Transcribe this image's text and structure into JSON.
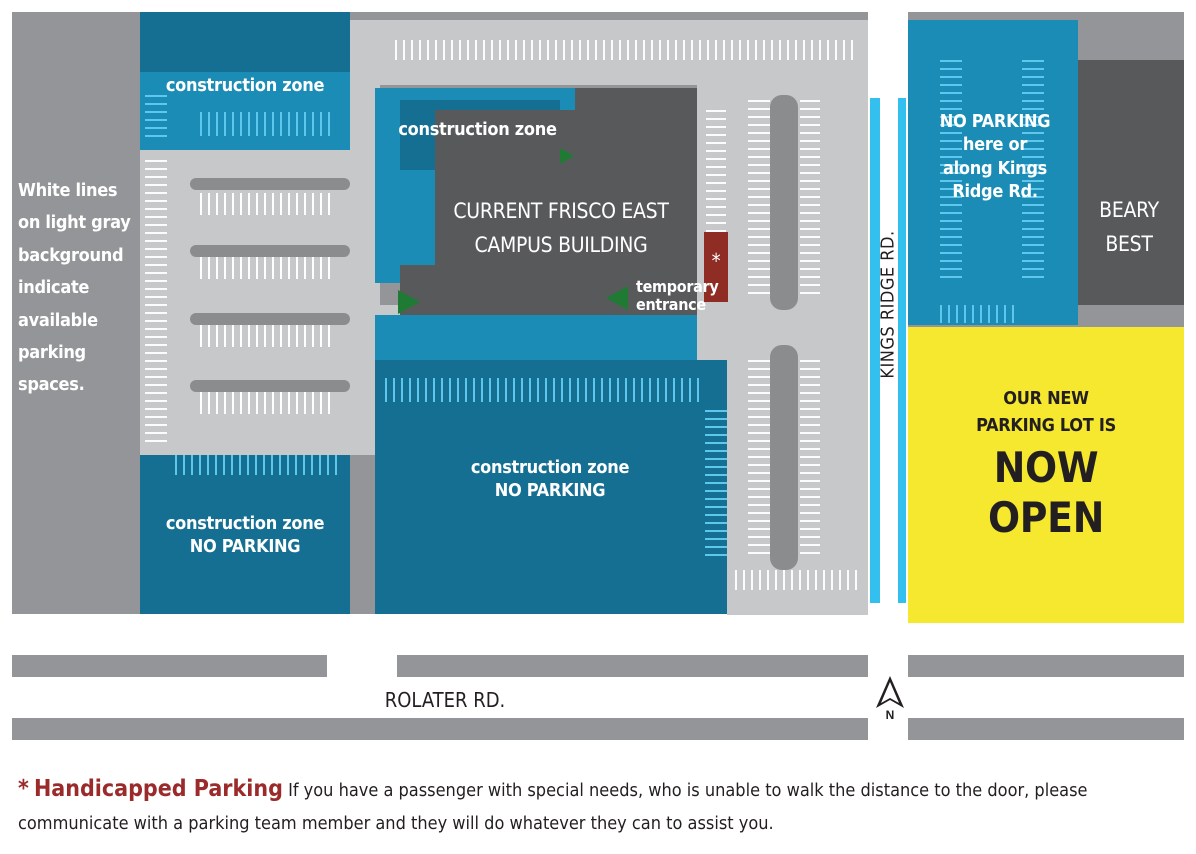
{
  "map": {
    "legend_text": [
      "White lines",
      "on light gray",
      "background",
      "indicate",
      "available",
      "parking",
      "spaces."
    ],
    "zones": {
      "top_left": [
        "construction zone"
      ],
      "upper_middle": [
        "construction zone"
      ],
      "bottom_left": [
        "construction zone",
        "NO PARKING"
      ],
      "bottom_middle": [
        "construction zone",
        "NO PARKING"
      ],
      "top_right": [
        "NO PARKING",
        "here or",
        "along Kings",
        "Ridge Rd."
      ]
    },
    "building": [
      "CURRENT FRISCO EAST",
      "CAMPUS BUILDING"
    ],
    "entrance": [
      "temporary",
      "entrance"
    ],
    "handicap_mark": "*",
    "neighbor": [
      "BEARY",
      "BEST"
    ],
    "new_lot": [
      "OUR NEW",
      "PARKING LOT IS",
      "NOW",
      "OPEN"
    ],
    "roads": {
      "vertical": "KINGS RIDGE RD.",
      "horizontal": "ROLATER RD."
    },
    "compass": "N",
    "colors": {
      "zone": "#1b8cb5",
      "building": "#58595b",
      "lot": "#c7c8ca",
      "road": "#939598",
      "new_lot": "#f5e82e",
      "accent": "#9b2a2a"
    }
  },
  "footnote": {
    "star": "*",
    "title": "Handicapped Parking",
    "text": "If you have a passenger with special needs, who is unable to walk the distance to the door, please communicate with a parking team member and they will do whatever they can to assist you."
  }
}
